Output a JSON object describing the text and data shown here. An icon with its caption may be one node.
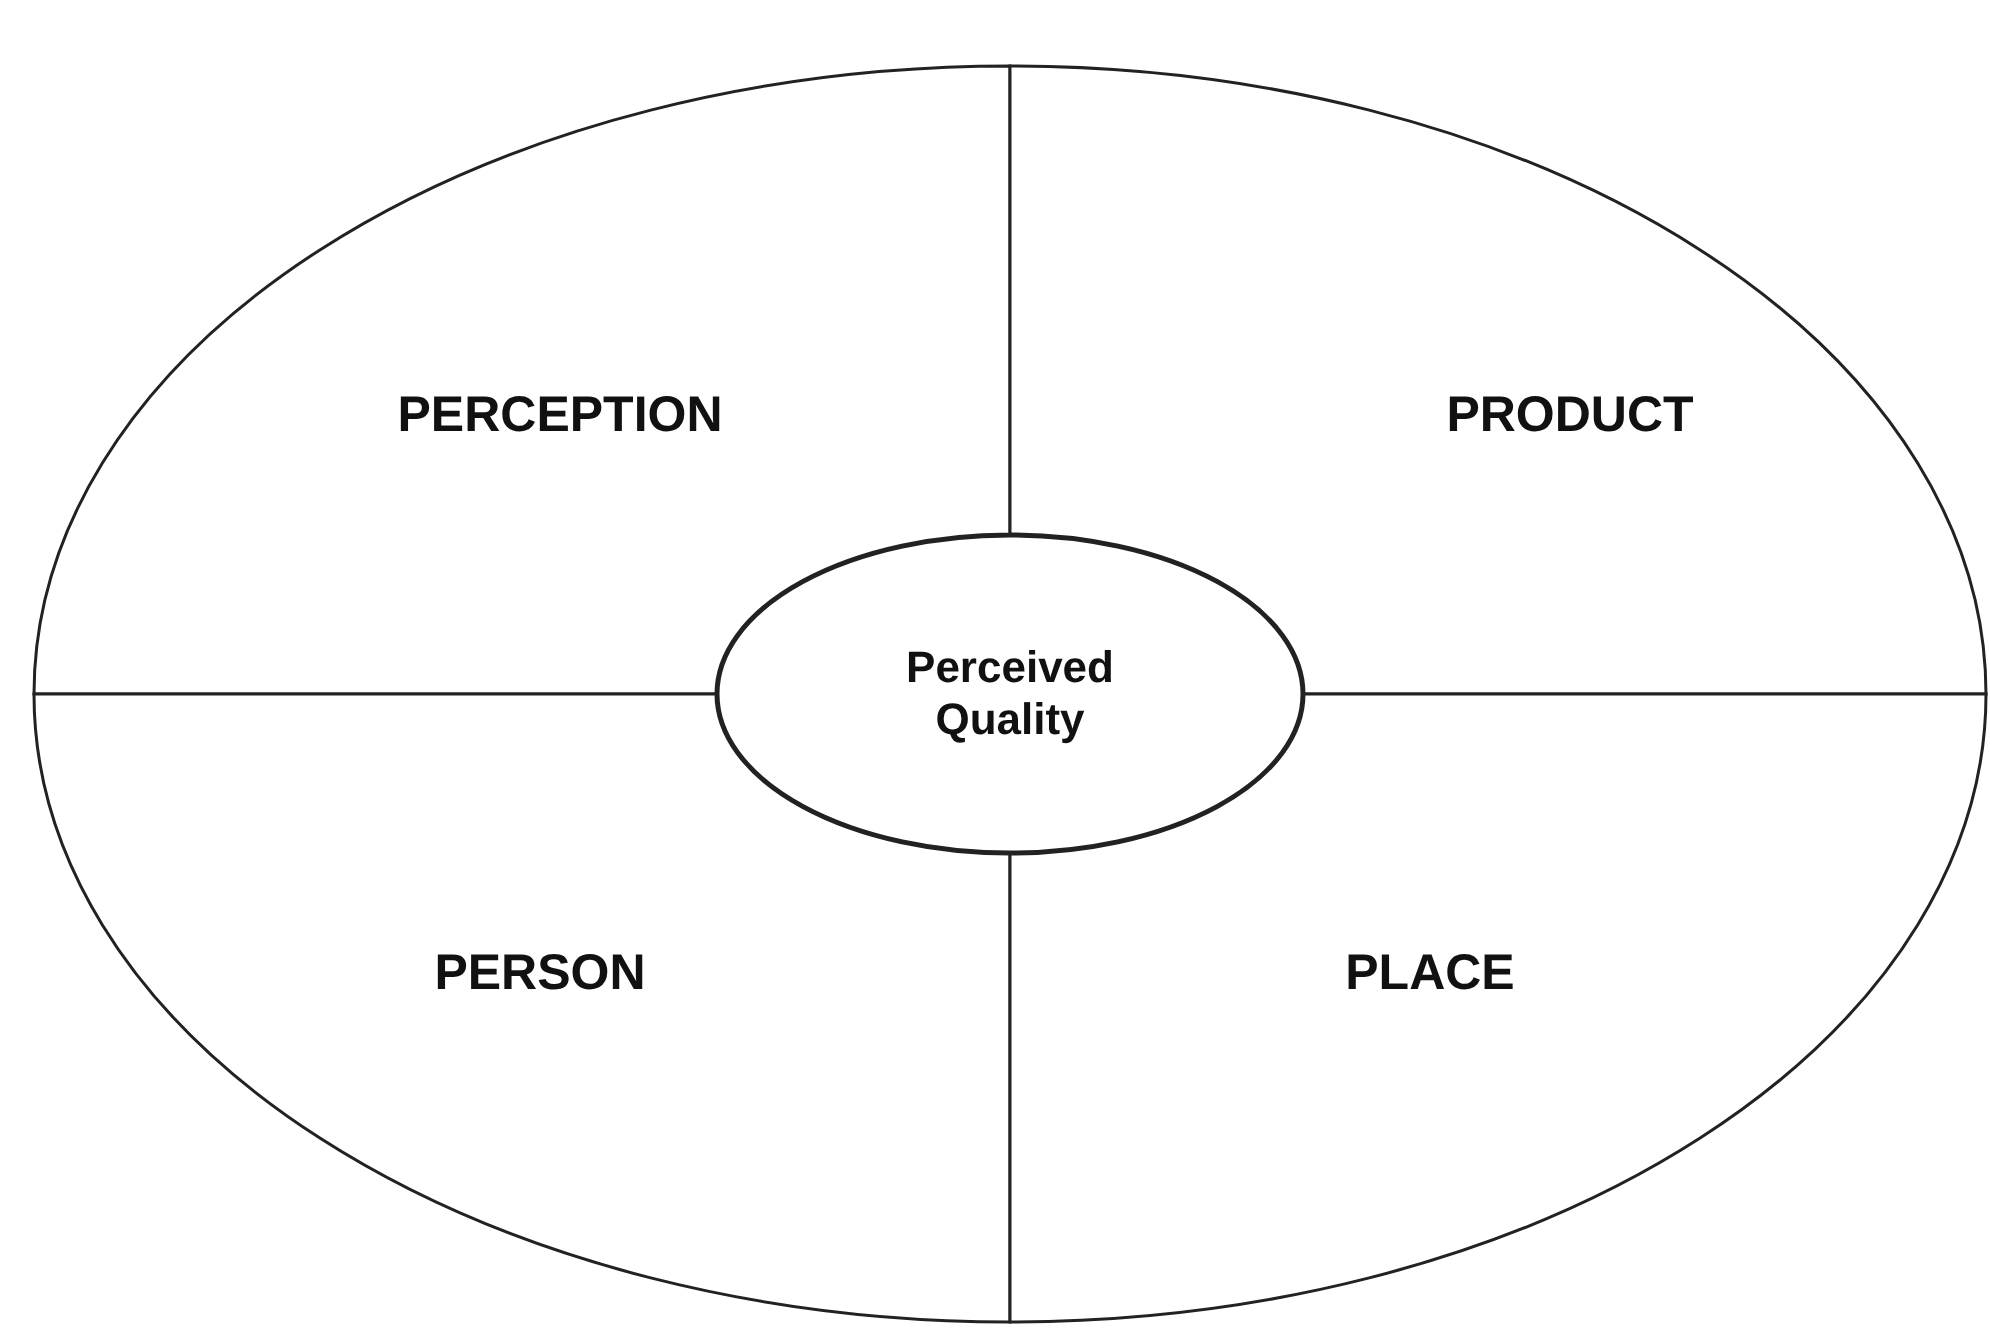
{
  "diagram": {
    "nodes": [
      {
        "text": [
          "PERCEPTION"
        ]
      },
      {
        "text": [
          "PRODUCT"
        ]
      },
      {
        "text": [
          "Perceived Quality"
        ]
      },
      {
        "text": [
          "PERSON"
        ]
      },
      {
        "text": [
          "PLACE"
        ]
      }
    ]
  }
}
